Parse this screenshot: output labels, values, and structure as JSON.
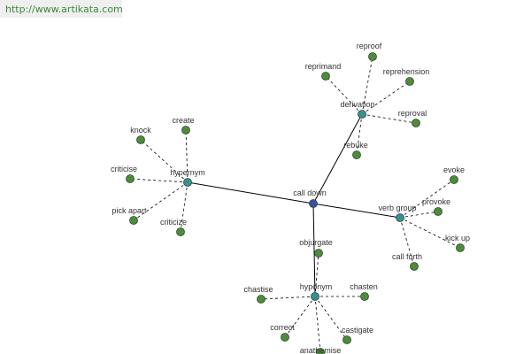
{
  "site": {
    "url": "http://www.artikata.com"
  },
  "colors": {
    "center": "#3a4fa8",
    "hub": "#3b8f94",
    "leaf": "#4f8b3c",
    "node_stroke": "#2b4a2b",
    "edge": "#000000",
    "spoke": "#000000",
    "label": "#333333"
  },
  "center": {
    "label": "call down"
  },
  "hubs": [
    {
      "id": "derivation",
      "label": "derivation",
      "leaves": [
        "reprimand",
        "reproof",
        "reprehension",
        "reproval",
        "rebuke"
      ]
    },
    {
      "id": "hypernym-left",
      "label": "hypernym",
      "leaves": [
        "knock",
        "create",
        "criticise",
        "pick apart",
        "criticize"
      ]
    },
    {
      "id": "verb-group",
      "label": "verb group",
      "leaves": [
        "evoke",
        "provoke",
        "kick up",
        "call forth"
      ]
    },
    {
      "id": "hyponym",
      "label": "hyponym",
      "leaves": [
        "objurgate",
        "chastise",
        "chasten",
        "correct",
        "castigate",
        "anathemise"
      ]
    }
  ]
}
